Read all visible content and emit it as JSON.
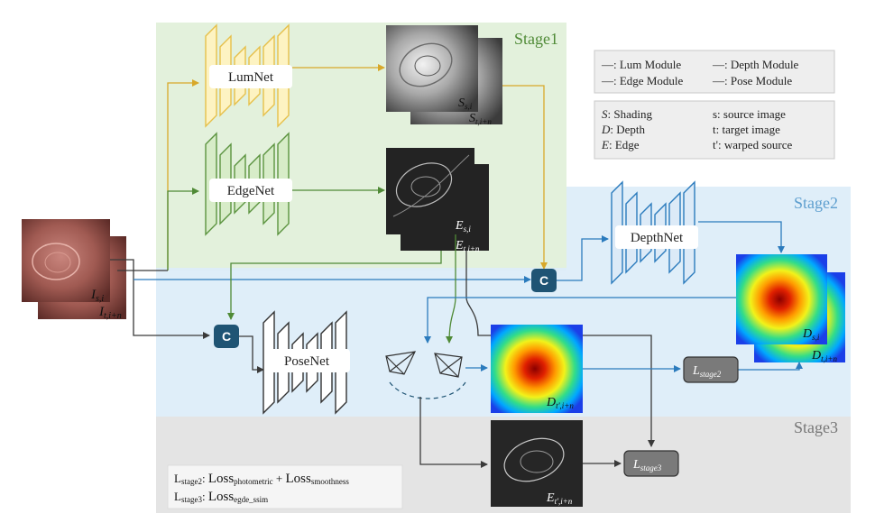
{
  "stages": {
    "stage1": "Stage1",
    "stage2": "Stage2",
    "stage3": "Stage3"
  },
  "networks": {
    "lum": "LumNet",
    "edge": "EdgeNet",
    "depth": "DepthNet",
    "pose": "PoseNet"
  },
  "concat_label": "C",
  "image_labels": {
    "input_front": "I",
    "input_front_sub": "s,i",
    "input_back": "I",
    "input_back_sub": "t,i+n",
    "shading_front": "S",
    "shading_front_sub": "s,i",
    "shading_back": "S",
    "shading_back_sub": "t,i+n",
    "edge_front": "E",
    "edge_front_sub": "s,i",
    "edge_back": "E",
    "edge_back_sub": "t,i+n",
    "depth_front": "D",
    "depth_front_sub": "s,i",
    "depth_back": "D",
    "depth_back_sub": "t,i+n",
    "warped_depth": "D",
    "warped_depth_sub": "t',i+n",
    "warped_edge": "E",
    "warped_edge_sub": "t',i+n"
  },
  "losses": {
    "stage2_box": "L",
    "stage2_box_sub": "stage2",
    "stage3_box": "L",
    "stage3_box_sub": "stage3"
  },
  "legend_modules": {
    "lum": "—: Lum Module",
    "depth": "—: Depth Module",
    "edge": "—: Edge Module",
    "pose": "—: Pose Module"
  },
  "legend_symbols": {
    "shading_key": "S",
    "shading_val": ": Shading",
    "depth_key": "D",
    "depth_val": ": Depth",
    "edge_key": "E",
    "edge_val": ": Edge",
    "source": "s: source image",
    "target": "t: target image",
    "warped": "t': warped source"
  },
  "loss_defs": {
    "l2_prefix": "L",
    "l2_sub": "stage2",
    "l2_sep": ": ",
    "l2_term1": "Loss",
    "l2_term1_sub": "photometric",
    "l2_plus": " + ",
    "l2_term2": "Loss",
    "l2_term2_sub": "smoothness",
    "l3_prefix": "L",
    "l3_sub": "stage3",
    "l3_sep": ": ",
    "l3_term": "Loss",
    "l3_term_sub": "egde_ssim"
  },
  "colors": {
    "stage1_bg": "#e3f1dc",
    "stage2_bg": "#dcedf8",
    "stage3_bg": "#e4e4e4",
    "lum": "#e6c04a",
    "edge": "#5c9440",
    "depth": "#2b7bbd",
    "pose": "#3a3a3a",
    "concat": "#1f5474",
    "loss_box": "#7a7a7a"
  }
}
